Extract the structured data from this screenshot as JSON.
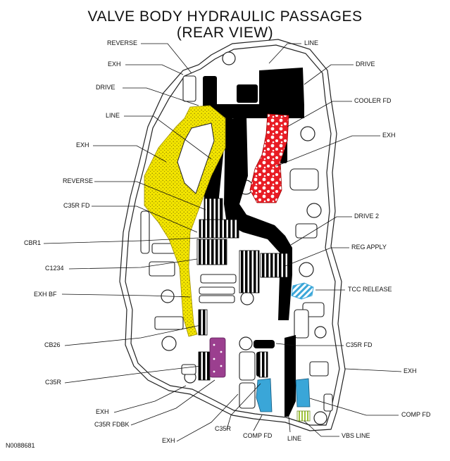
{
  "title_line1": "VALVE BODY HYDRAULIC PASSAGES",
  "title_line2": "(REAR VIEW)",
  "figure_id": "N0088681",
  "colors": {
    "line": "#000000",
    "drive": "#000000",
    "cooler_fd": "#e02020",
    "exh_yellow": "#f0e000",
    "c35r_purple": "#9b3f8f",
    "comp_fd_blue": "#3aa6d8",
    "vbs_line_green": "#a8c83a"
  },
  "labels": {
    "reverse_top": "REVERSE",
    "line_top": "LINE",
    "exh_top": "EXH",
    "drive_right": "DRIVE",
    "drive_left": "DRIVE",
    "cooler_fd": "COOLER FD",
    "line_left": "LINE",
    "exh_right": "EXH",
    "exh_left": "EXH",
    "reverse_left": "REVERSE",
    "c35r_fd_left": "C35R FD",
    "drive_2": "DRIVE 2",
    "cbr1": "CBR1",
    "reg_apply": "REG APPLY",
    "c1234": "C1234",
    "tcc_release": "TCC RELEASE",
    "exh_bf": "EXH BF",
    "cb26": "CB26",
    "c35r_fd_right": "C35R FD",
    "exh_far_right": "EXH",
    "c35r_left": "C35R",
    "comp_fd_right": "COMP FD",
    "exh_bottom_left": "EXH",
    "c35r_fdbk": "C35R FDBK",
    "c35r_bottom": "C35R",
    "comp_fd_bottom": "COMP FD",
    "line_bottom": "LINE",
    "vbs_line": "VBS LINE",
    "exh_bottom": "EXH"
  }
}
